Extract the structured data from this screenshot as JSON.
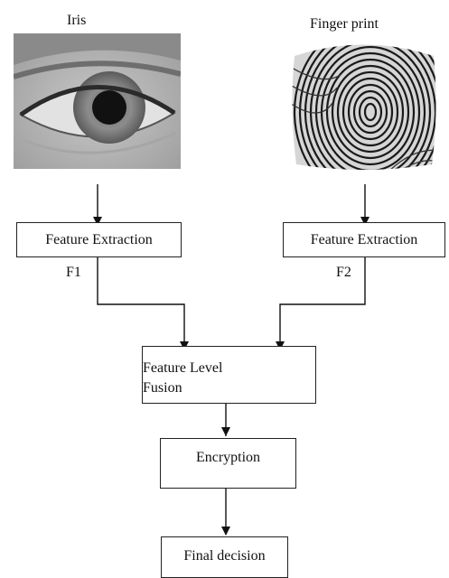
{
  "inputs": {
    "iris": {
      "label": "Iris",
      "icon": "eye-photo-icon"
    },
    "fingerprint": {
      "label": "Finger print",
      "icon": "fingerprint-photo-icon"
    }
  },
  "extraction": {
    "left": {
      "label": "Feature Extraction",
      "output": "F1"
    },
    "right": {
      "label": "Feature Extraction",
      "output": "F2"
    }
  },
  "fusion": {
    "line1": "Feature Level",
    "line2": "Fusion"
  },
  "encryption": {
    "label": "Encryption"
  },
  "decision": {
    "label": "Final decision"
  }
}
